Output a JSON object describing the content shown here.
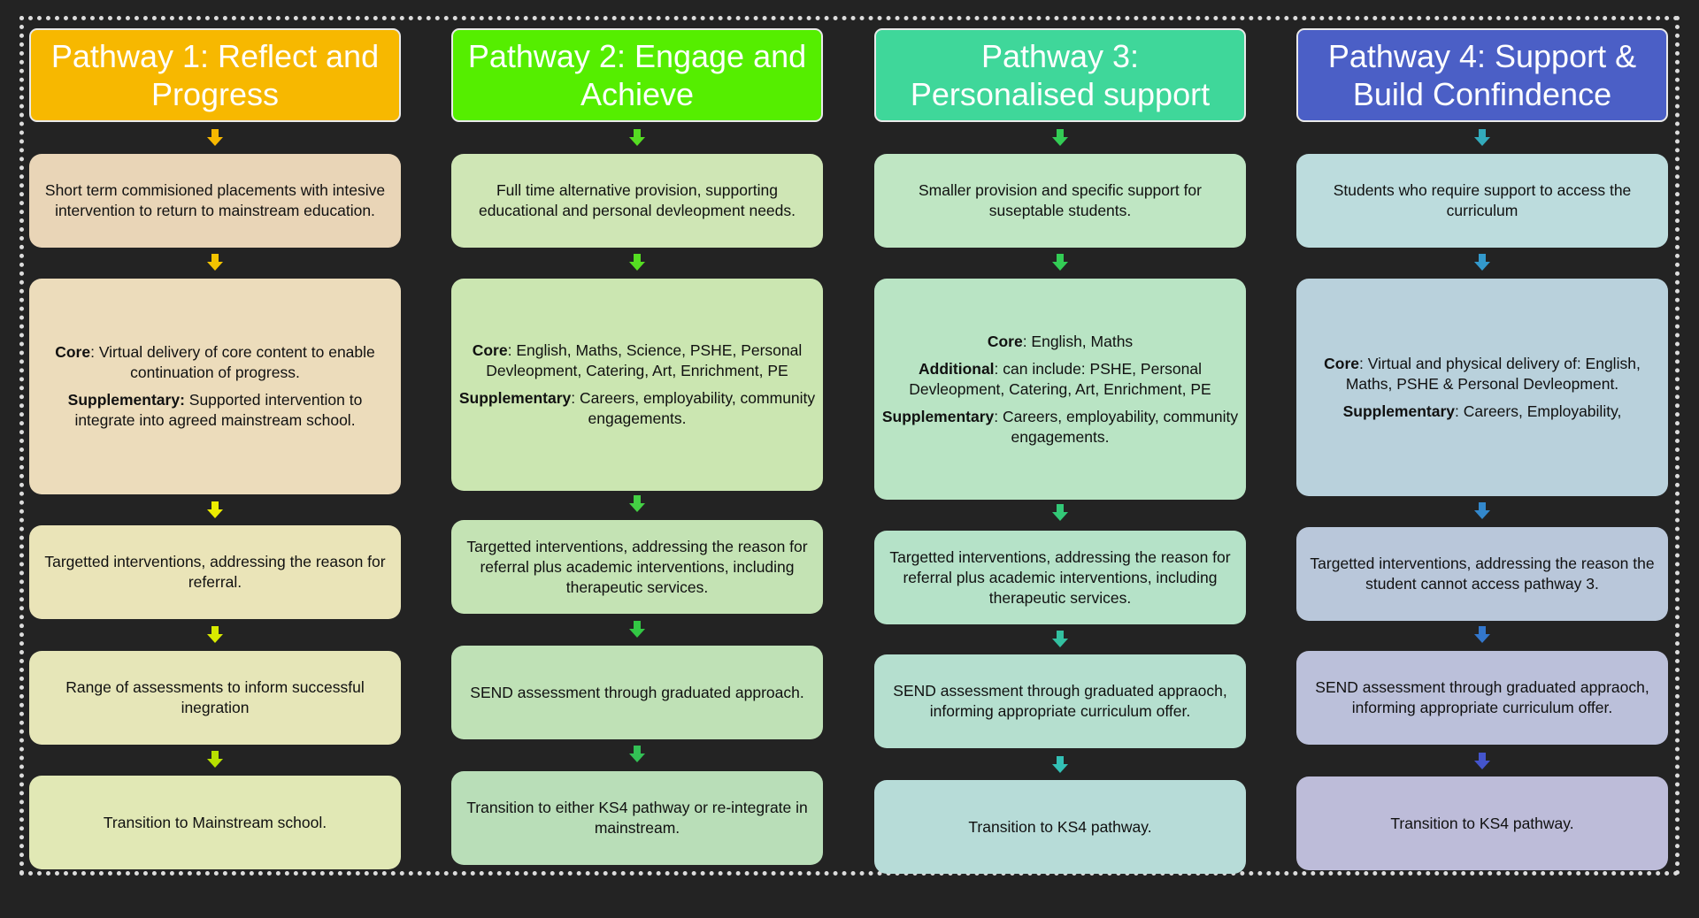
{
  "pathways": [
    {
      "title": "Pathway 1: Reflect and Progress",
      "header_color": "#f7b800",
      "arrow_colors": [
        "#f7b800",
        "#f4c400",
        "#ecec00",
        "#d8ea00",
        "#b8e000"
      ],
      "box_colors": [
        "#e9d5b7",
        "#ecdcbb",
        "#eae4b8",
        "#e6e6b8",
        "#e1e8b5"
      ],
      "desc": "Short term commisioned placements with intesive intervention to return to mainstream education.",
      "core_label": "Core",
      "core": ": Virtual delivery of core content to enable continuation of progress.",
      "additional_label": "",
      "additional": "",
      "supp_label": "Supplementary:",
      "supp": " Supported intervention to integrate into agreed mainstream school.",
      "targeted": "Targetted interventions, addressing the reason for referral.",
      "assessment": "Range of assessments to inform successful inegration",
      "transition": "Transition to Mainstream school."
    },
    {
      "title": "Pathway 2: Engage and Achieve",
      "header_color": "#55ee00",
      "arrow_colors": [
        "#55dd22",
        "#55dd22",
        "#44d044",
        "#33c844",
        "#33c055"
      ],
      "box_colors": [
        "#cfe6b5",
        "#cbe6b1",
        "#c4e3b4",
        "#bfe1b6",
        "#b9deb8"
      ],
      "desc": "Full time alternative provision, supporting educational and personal devleopment needs.",
      "core_label": "Core",
      "core": ": English, Maths, Science, PSHE, Personal Devleopment, Catering, Art, Enrichment, PE",
      "additional_label": "",
      "additional": "",
      "supp_label": "Supplementary",
      "supp": ": Careers, employability, community engagements.",
      "targeted": "Targetted interventions, addressing the reason for referral plus academic interventions, including therapeutic services.",
      "assessment": "SEND assessment through graduated approach.",
      "transition": "Transition to either KS4 pathway or re-integrate in mainstream."
    },
    {
      "title": "Pathway 3: Personalised support",
      "header_color": "#3fd79a",
      "arrow_colors": [
        "#33cc55",
        "#33cc55",
        "#33c877",
        "#33c0a0",
        "#33c0b5"
      ],
      "box_colors": [
        "#bfe6c3",
        "#b9e4c4",
        "#b5e2c8",
        "#b5dfcf",
        "#b7dcd8"
      ],
      "desc": "Smaller provision and specific support for suseptable students.",
      "core_label": "Core",
      "core": ": English, Maths",
      "additional_label": "Additional",
      "additional": ":  can include: PSHE, Personal Devleopment, Catering, Art, Enrichment, PE",
      "supp_label": "Supplementary",
      "supp": ": Careers, employability, community engagements.",
      "targeted": "Targetted interventions, addressing the reason for referral plus academic interventions, including therapeutic services.",
      "assessment": "SEND assessment through graduated appraoch, informing appropriate curriculum offer.",
      "transition": "Transition to KS4 pathway."
    },
    {
      "title": "Pathway 4: Support & Build Confindence",
      "header_color": "#4b5fc6",
      "arrow_colors": [
        "#33aabb",
        "#3399cc",
        "#3388cc",
        "#3377cc",
        "#4455cc"
      ],
      "box_colors": [
        "#bcdcdd",
        "#b9d1dc",
        "#b9c7da",
        "#bbc0da",
        "#bdbcd9"
      ],
      "desc": "Students who require support to access the curriculum",
      "core_label": "Core",
      "core": ": Virtual and physical delivery of: English, Maths, PSHE & Personal Devleopment.",
      "additional_label": "",
      "additional": "",
      "supp_label": "Supplementary",
      "supp": ": Careers, Employability,",
      "targeted": "Targetted interventions, addressing the reason the student cannot access pathway 3.",
      "assessment": "SEND assessment through graduated appraoch, informing appropriate curriculum offer.",
      "transition": "Transition to KS4 pathway."
    }
  ]
}
